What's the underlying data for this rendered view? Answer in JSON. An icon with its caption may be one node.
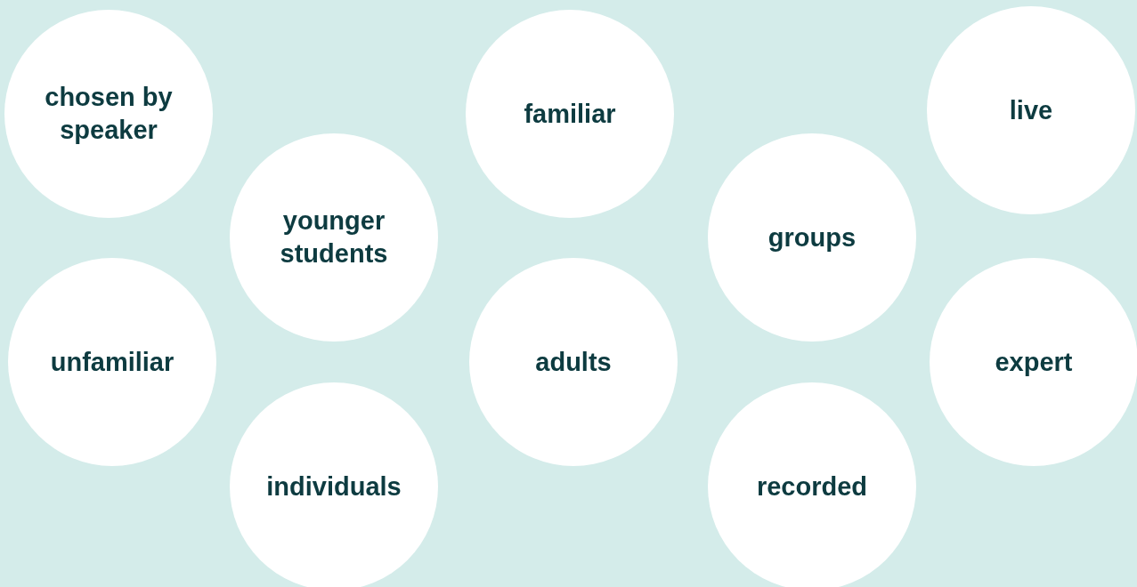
{
  "diagram": {
    "nodes": [
      {
        "text": [
          "chosen by speaker"
        ]
      },
      {
        "text": [
          "younger students"
        ]
      },
      {
        "text": [
          "unfamiliar"
        ]
      },
      {
        "text": [
          "individuals"
        ]
      },
      {
        "text": [
          "familiar"
        ]
      },
      {
        "text": [
          "adults"
        ]
      },
      {
        "text": [
          "groups"
        ]
      },
      {
        "text": [
          "recorded"
        ]
      },
      {
        "text": [
          "live"
        ]
      },
      {
        "text": [
          "expert"
        ]
      }
    ]
  }
}
